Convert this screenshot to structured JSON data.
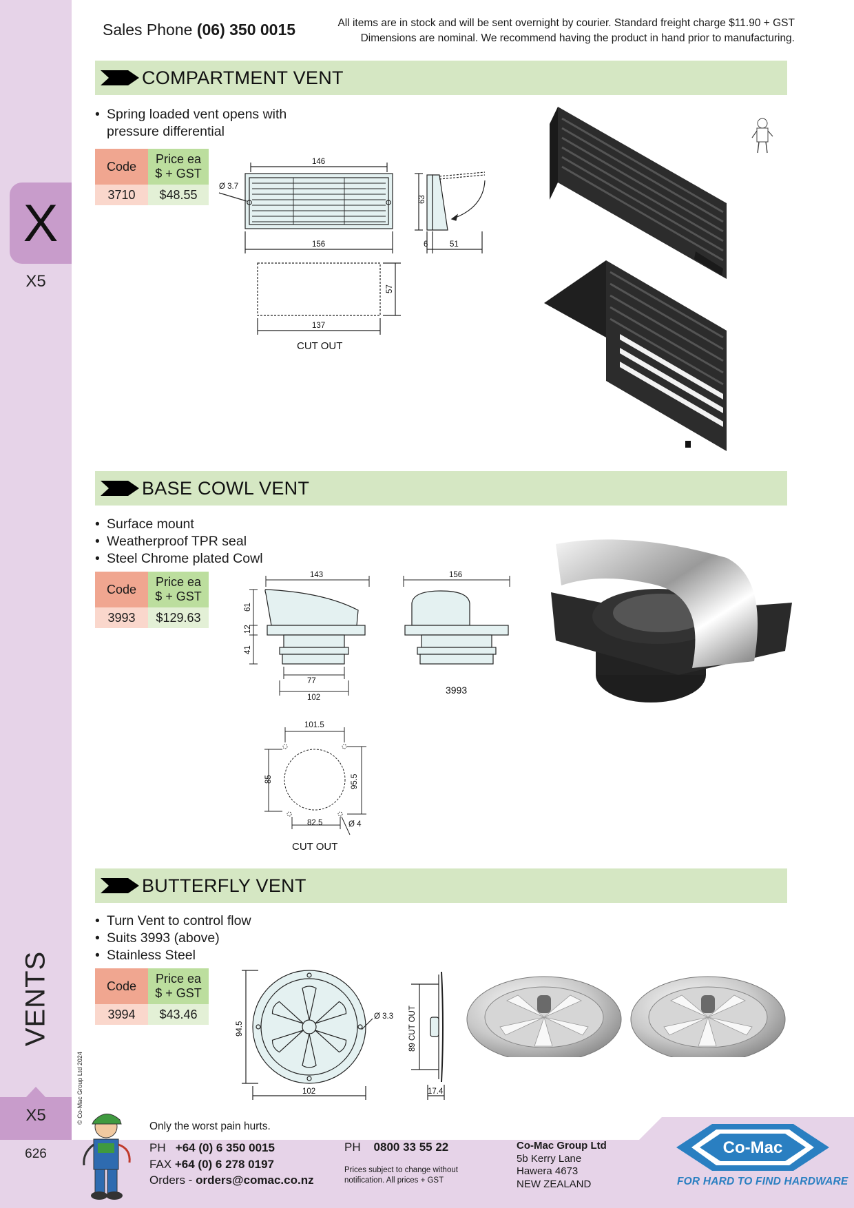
{
  "header": {
    "sales_label": "Sales Phone",
    "sales_number": "(06) 350 0015",
    "stock_line1": "All items are in stock and will be sent overnight by courier. Standard freight charge $11.90 + GST",
    "stock_line2": "Dimensions are nominal. We recommend having the product in hand prior to manufacturing."
  },
  "sidebar": {
    "section_letter": "X",
    "section_code_top": "X5",
    "category": "VENTS",
    "section_code_bottom": "X5",
    "page_number": "626",
    "copyright": "© Co-Mac Group Ltd 2024"
  },
  "table_headers": {
    "code": "Code",
    "price_line1": "Price ea",
    "price_line2": "$ + GST"
  },
  "products": [
    {
      "title": "COMPARTMENT VENT",
      "bullets": [
        "Spring loaded vent opens with",
        "pressure differential"
      ],
      "code": "3710",
      "price": "$48.55",
      "dims": {
        "w146": "146",
        "w156": "156",
        "h63": "63",
        "d6": "6",
        "d51": "51",
        "hole": "Ø 3.7",
        "h57": "57",
        "w137": "137",
        "cutout": "CUT OUT"
      }
    },
    {
      "title": "BASE COWL VENT",
      "bullets": [
        "Surface mount",
        "Weatherproof TPR seal",
        "Steel Chrome plated Cowl"
      ],
      "code": "3993",
      "price": "$129.63",
      "dims": {
        "w143": "143",
        "w156": "156",
        "h61": "61",
        "h12": "12",
        "h41": "41",
        "w77": "77",
        "w102": "102",
        "model": "3993",
        "w101_5": "101.5",
        "h85": "85",
        "h95_5": "95.5",
        "w82_5": "82.5",
        "hole": "Ø 4",
        "cutout": "CUT OUT"
      }
    },
    {
      "title": "BUTTERFLY VENT",
      "bullets": [
        "Turn Vent to control flow",
        "Suits 3993 (above)",
        "Stainless Steel"
      ],
      "code": "3994",
      "price": "$43.46",
      "dims": {
        "h94_5": "94.5",
        "w102": "102",
        "hole": "Ø 3.3",
        "cutout89": "89 CUT OUT",
        "d17_4": "17.4"
      }
    }
  ],
  "footer": {
    "tagline": "Only the worst pain hurts.",
    "ph_label": "PH",
    "ph_number": "+64 (0) 6 350 0015",
    "fax_label": "FAX",
    "fax_number": "+64 (0) 6 278 0197",
    "orders_label": "Orders -",
    "orders_email": "orders@comac.co.nz",
    "ph2_label": "PH",
    "ph2_number": "0800 33 55 22",
    "prices_note_line1": "Prices subject to change without",
    "prices_note_line2": "notification. All prices + GST",
    "company": "Co-Mac Group Ltd",
    "address1": "5b Kerry Lane",
    "address2": "Hawera 4673",
    "address3": "NEW ZEALAND",
    "logo_text": "Co-Mac",
    "slogan": "FOR HARD TO FIND HARDWARE"
  },
  "colors": {
    "sidebar": "#e6d3e8",
    "tab": "#c89ccb",
    "section_bar": "#d5e7c3",
    "code_header": "#f0a690",
    "price_header": "#bcde9e",
    "brand_blue": "#2a7fc1"
  }
}
